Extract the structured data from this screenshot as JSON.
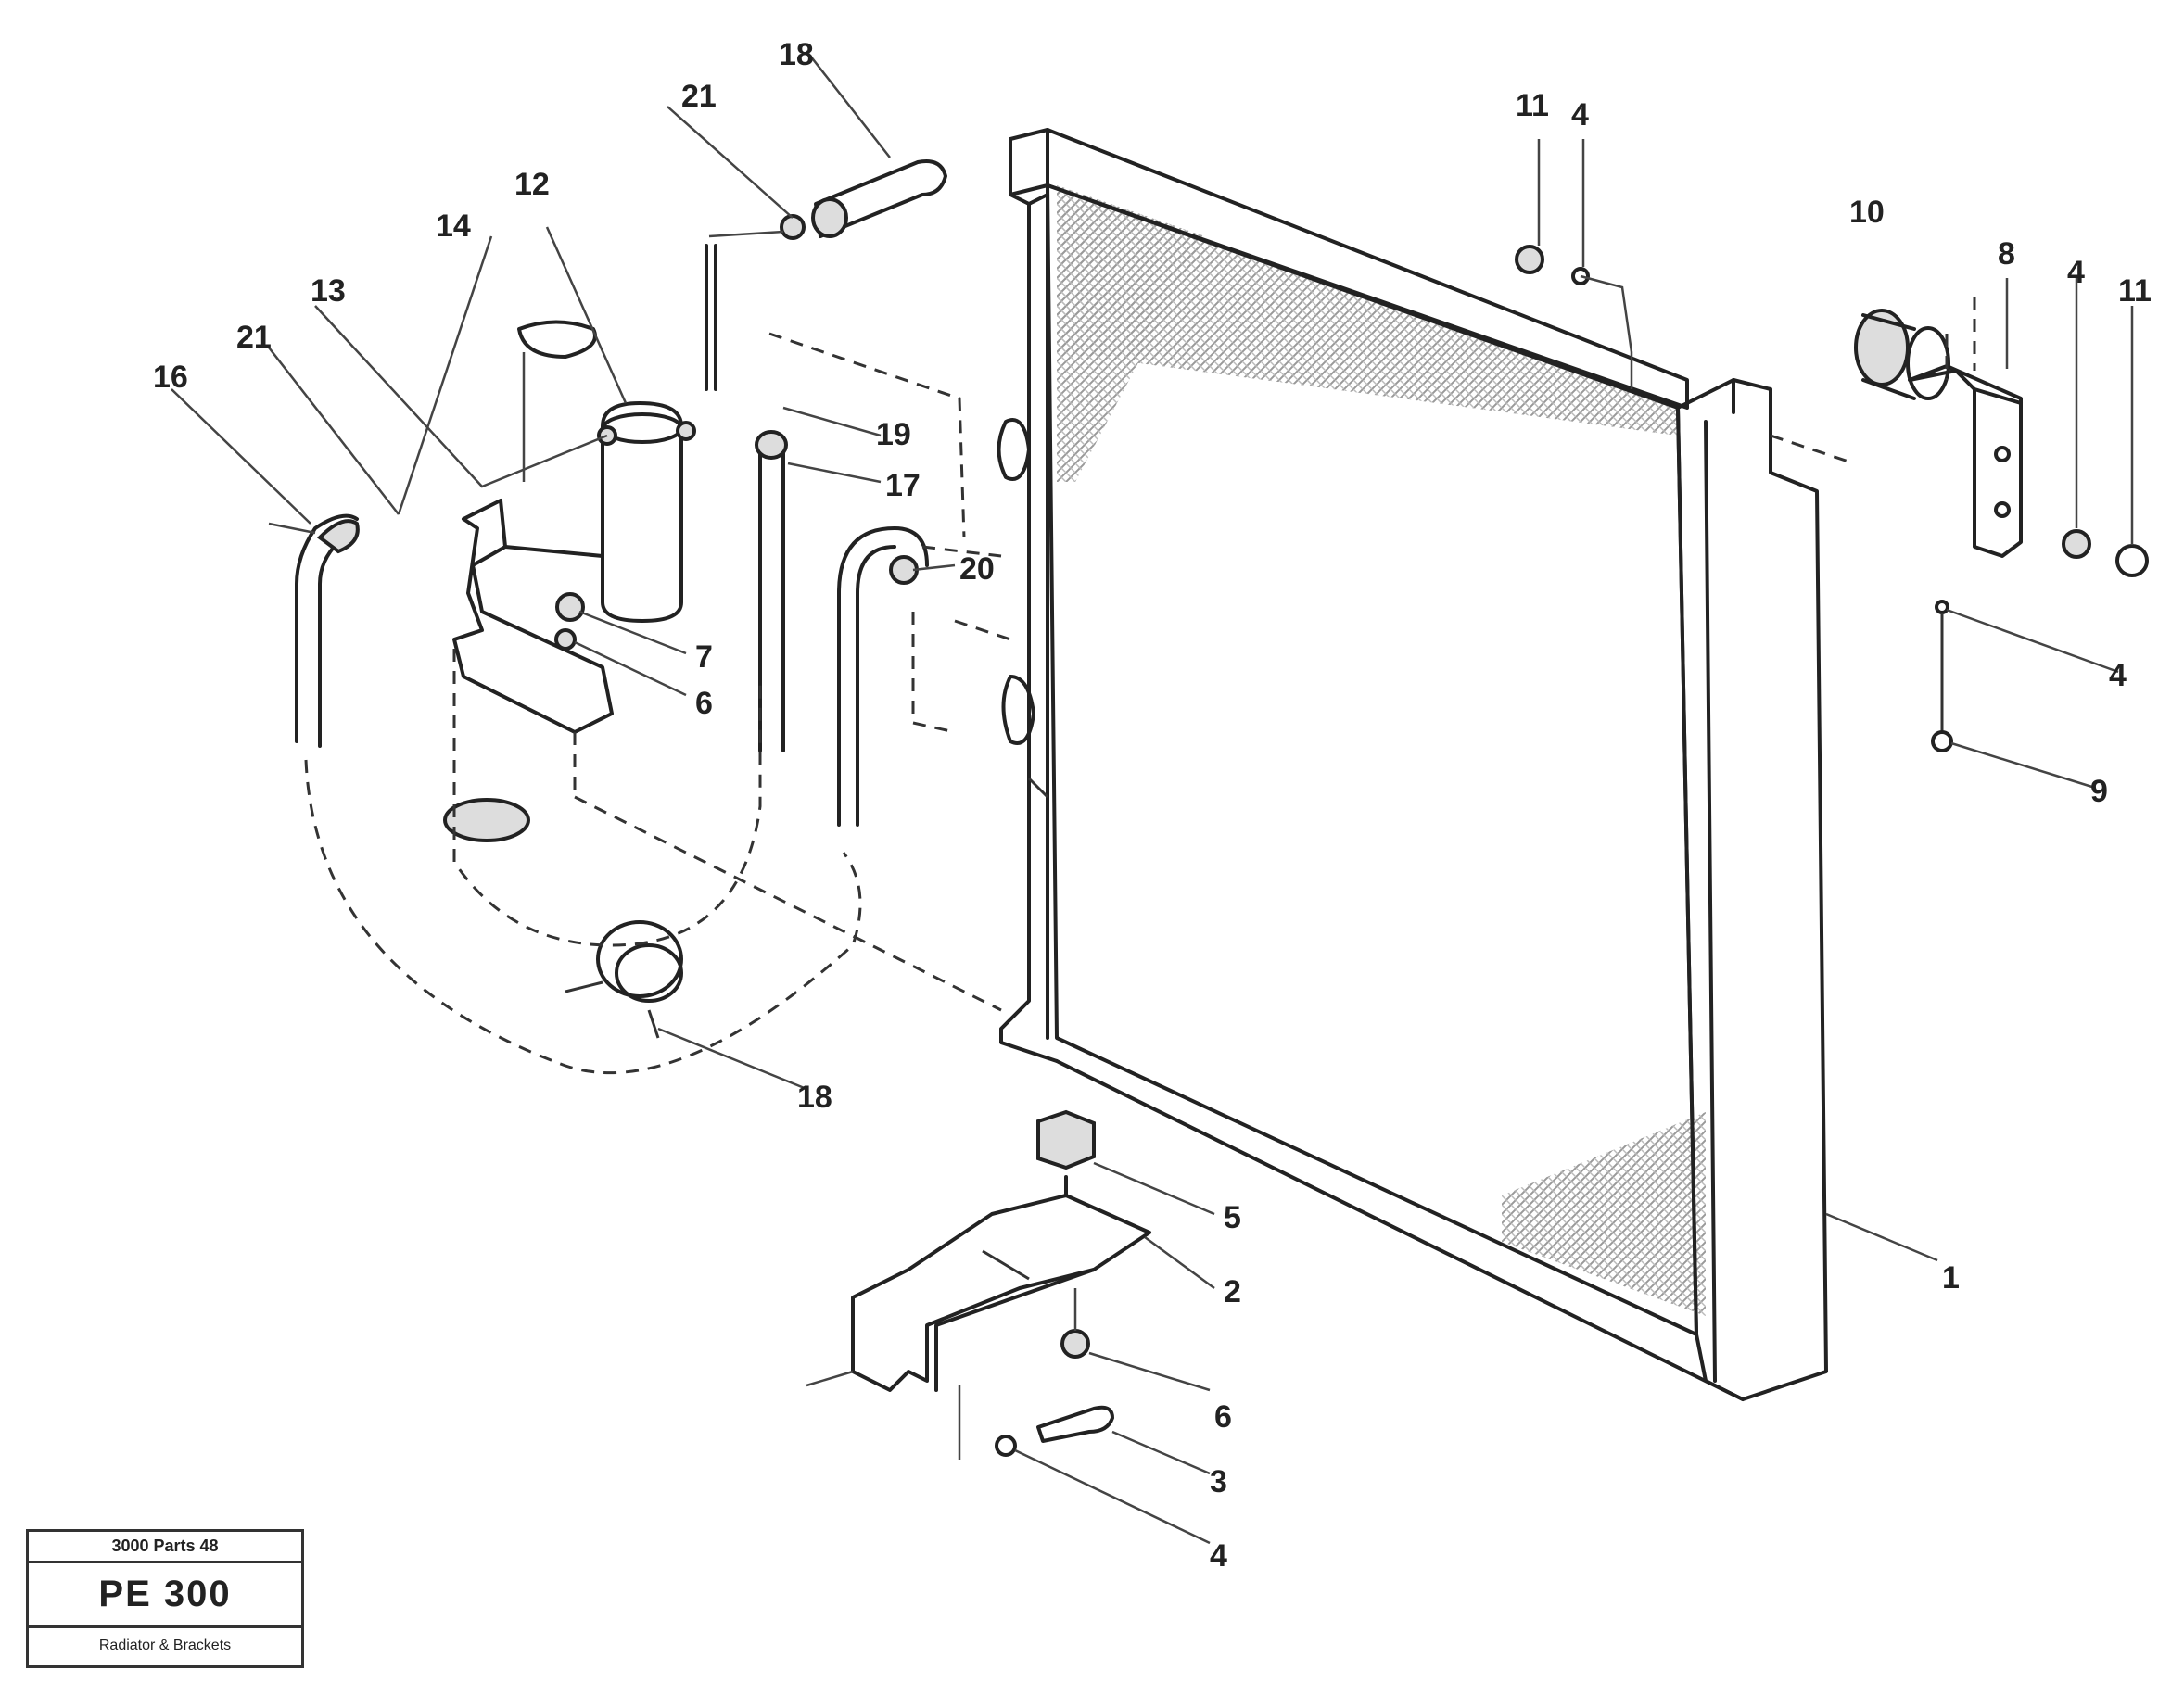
{
  "callouts": [
    {
      "id": "c1",
      "text": "18"
    },
    {
      "id": "c2",
      "text": "21"
    },
    {
      "id": "c3",
      "text": "12"
    },
    {
      "id": "c4",
      "text": "14"
    },
    {
      "id": "c5",
      "text": "13"
    },
    {
      "id": "c6",
      "text": "21"
    },
    {
      "id": "c7",
      "text": "16"
    },
    {
      "id": "c8",
      "text": "19"
    },
    {
      "id": "c9",
      "text": "17"
    },
    {
      "id": "c10",
      "text": "20"
    },
    {
      "id": "c11",
      "text": "7"
    },
    {
      "id": "c12",
      "text": "6"
    },
    {
      "id": "c13",
      "text": "18"
    },
    {
      "id": "c14",
      "text": "11"
    },
    {
      "id": "c15",
      "text": "4"
    },
    {
      "id": "c16",
      "text": "10"
    },
    {
      "id": "c17",
      "text": "8"
    },
    {
      "id": "c18",
      "text": "4"
    },
    {
      "id": "c19",
      "text": "11"
    },
    {
      "id": "c20",
      "text": "4"
    },
    {
      "id": "c21",
      "text": "9"
    },
    {
      "id": "c22",
      "text": "5"
    },
    {
      "id": "c23",
      "text": "2"
    },
    {
      "id": "c24",
      "text": "6"
    },
    {
      "id": "c25",
      "text": "3"
    },
    {
      "id": "c26",
      "text": "4"
    },
    {
      "id": "c27",
      "text": "1"
    }
  ],
  "title_block": {
    "line1": "3000 Parts 48",
    "code": "PE 300",
    "line3": "Radiator & Brackets"
  }
}
